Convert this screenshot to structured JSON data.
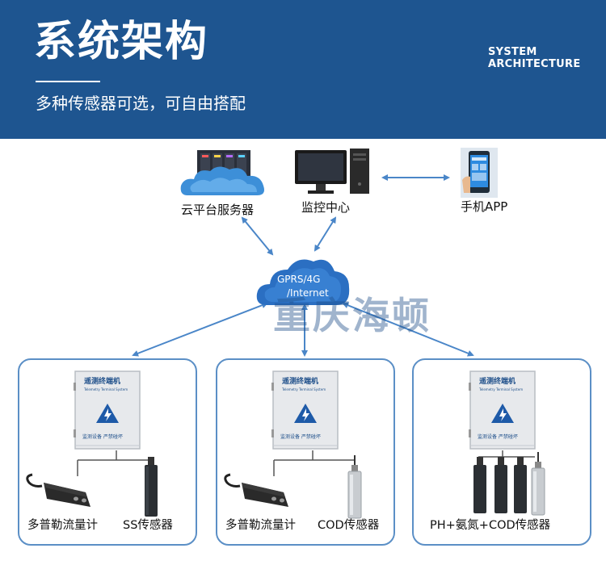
{
  "header": {
    "title": "系统架构",
    "subtitle": "多种传感器可选，可自由搭配",
    "en_line1": "SYSTEM",
    "en_line2": "ARCHITECTURE"
  },
  "nodes": {
    "cloud_server": "云平台服务器",
    "monitor_center": "监控中心",
    "mobile_app": "手机APP",
    "network_line1": "GPRS/4G",
    "network_line2": "/Internet"
  },
  "watermark": "重庆海顿",
  "terminal": {
    "title": "遥测终端机",
    "subtitle": "Telemetry Terminal System",
    "bottom_text": "监测设备  严禁碰坏"
  },
  "groups": [
    {
      "sensor_left": "多普勒流量计",
      "sensor_right": "SS传感器"
    },
    {
      "sensor_left": "多普勒流量计",
      "sensor_right": "COD传感器"
    },
    {
      "label": "PH+氨氮+COD传感器"
    }
  ],
  "colors": {
    "header_bg": "#1e5590",
    "arrow": "#4a86c8",
    "box_border": "#5b8fc6"
  }
}
